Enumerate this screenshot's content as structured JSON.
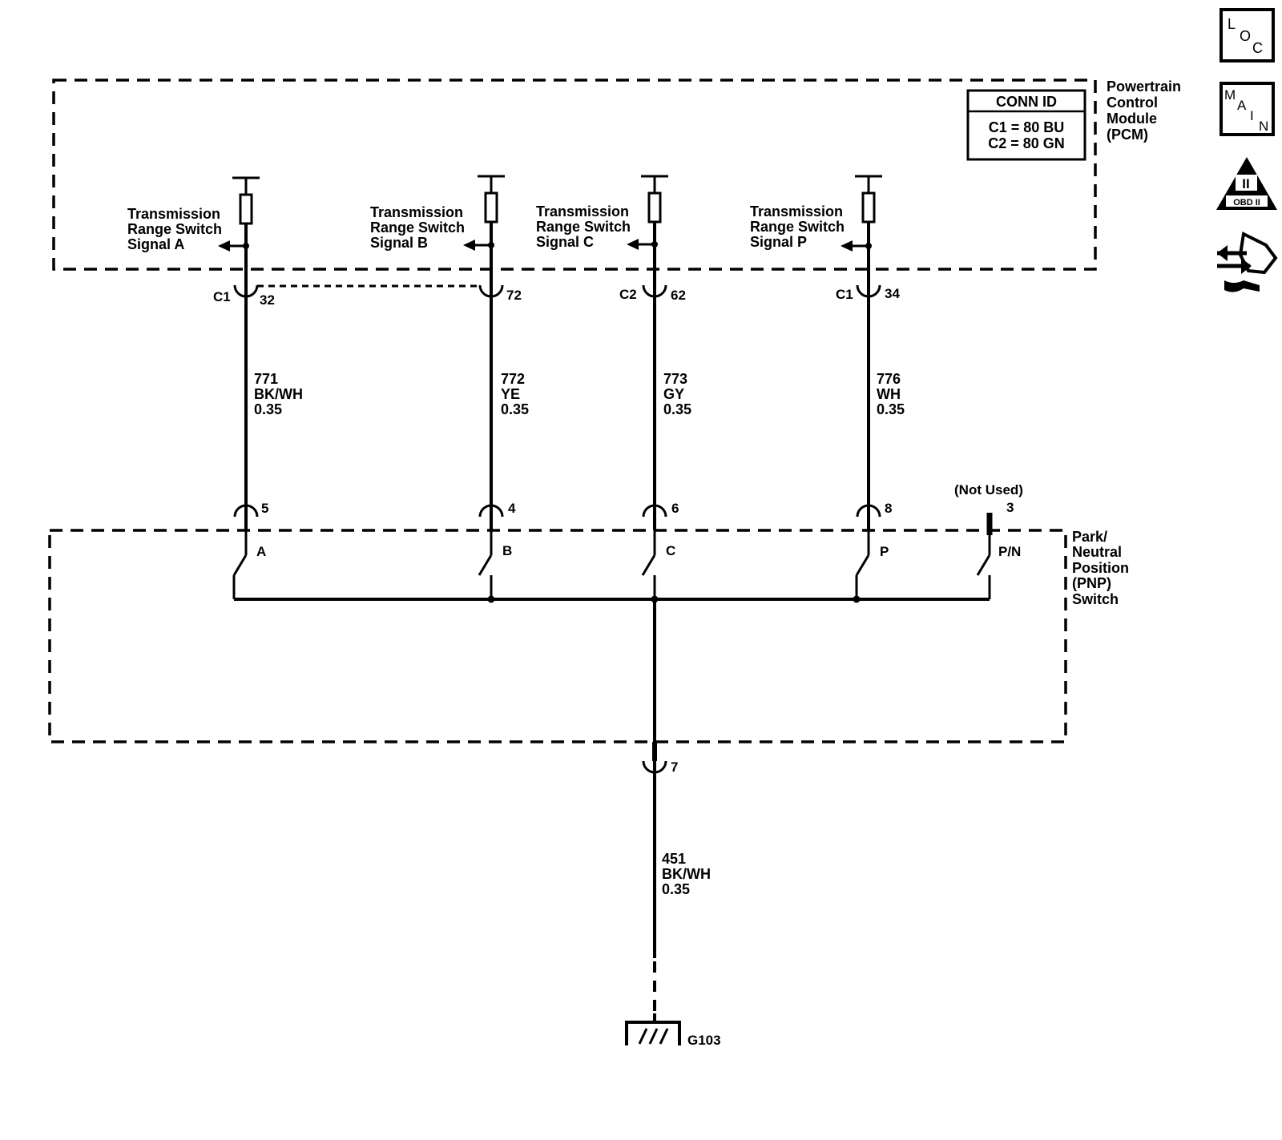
{
  "pcm": {
    "label_lines": [
      "Powertrain",
      "Control",
      "Module",
      "(PCM)"
    ],
    "conn_id": {
      "title": "CONN ID",
      "lines": [
        "C1 = 80 BU",
        "C2 = 80 GN"
      ]
    },
    "signals": [
      {
        "name_lines": [
          "Transmission",
          "Range Switch",
          "Signal A"
        ],
        "connector": "C1",
        "pin": "32"
      },
      {
        "name_lines": [
          "Transmission",
          "Range Switch",
          "Signal B"
        ],
        "connector": "",
        "pin": "72"
      },
      {
        "name_lines": [
          "Transmission",
          "Range Switch",
          "Signal C"
        ],
        "connector": "C2",
        "pin": "62"
      },
      {
        "name_lines": [
          "Transmission",
          "Range Switch",
          "Signal P"
        ],
        "connector": "C1",
        "pin": "34"
      }
    ]
  },
  "wires": [
    {
      "circuit": "771",
      "color": "BK/WH",
      "size": "0.35"
    },
    {
      "circuit": "772",
      "color": "YE",
      "size": "0.35"
    },
    {
      "circuit": "773",
      "color": "GY",
      "size": "0.35"
    },
    {
      "circuit": "776",
      "color": "WH",
      "size": "0.35"
    }
  ],
  "pnp": {
    "label_lines": [
      "Park/",
      "Neutral",
      "Position",
      "(PNP)",
      "Switch"
    ],
    "pins": [
      "5",
      "4",
      "6",
      "8"
    ],
    "contacts": [
      "A",
      "B",
      "C",
      "P",
      "P/N"
    ],
    "not_used_label": "(Not Used)",
    "not_used_pin": "3",
    "ground_pin": "7"
  },
  "ground_wire": {
    "circuit": "451",
    "color": "BK/WH",
    "size": "0.35"
  },
  "ground": {
    "label": "G103"
  },
  "icons": {
    "loc": [
      "L",
      "O",
      "C"
    ],
    "main": [
      "M",
      "A",
      "I",
      "N"
    ],
    "obd": {
      "numeral": "II",
      "label": "OBD II"
    },
    "diag": "diagnostic-connector-icon"
  }
}
